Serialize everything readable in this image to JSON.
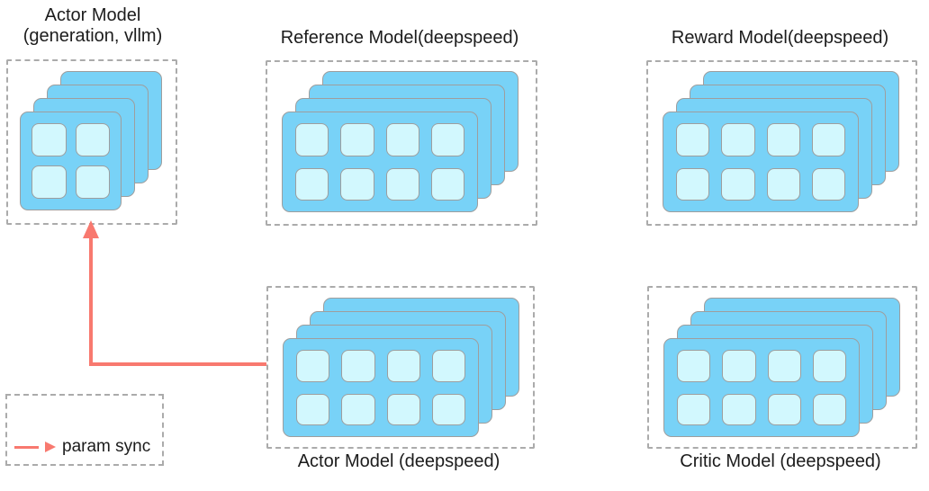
{
  "colors": {
    "card_fill": "#78D2F7",
    "card_border": "#9E9E9E",
    "cell_fill": "#D2F8FE",
    "cell_border": "#9E9E9E",
    "box_border": "#ABABAB",
    "arrow": "#F8796F",
    "text": "#1C1C1C"
  },
  "models": {
    "actor_vllm": {
      "label_line1": "Actor Model",
      "label_line2": "(generation, vllm)",
      "cards": 4,
      "rows": 2,
      "cols": 2
    },
    "reference": {
      "label": "Reference Model(deepspeed)",
      "cards": 4,
      "rows": 2,
      "cols": 4
    },
    "reward": {
      "label": "Reward Model(deepspeed)",
      "cards": 4,
      "rows": 2,
      "cols": 4
    },
    "actor_deepspeed": {
      "label": "Actor Model (deepspeed)",
      "cards": 4,
      "rows": 2,
      "cols": 4
    },
    "critic": {
      "label": "Critic Model (deepspeed)",
      "cards": 4,
      "rows": 2,
      "cols": 4
    }
  },
  "legend": {
    "label": "param sync"
  },
  "connections": [
    {
      "type": "param sync",
      "from": "Actor Model (deepspeed)",
      "to": "Actor Model (generation, vllm)"
    }
  ]
}
